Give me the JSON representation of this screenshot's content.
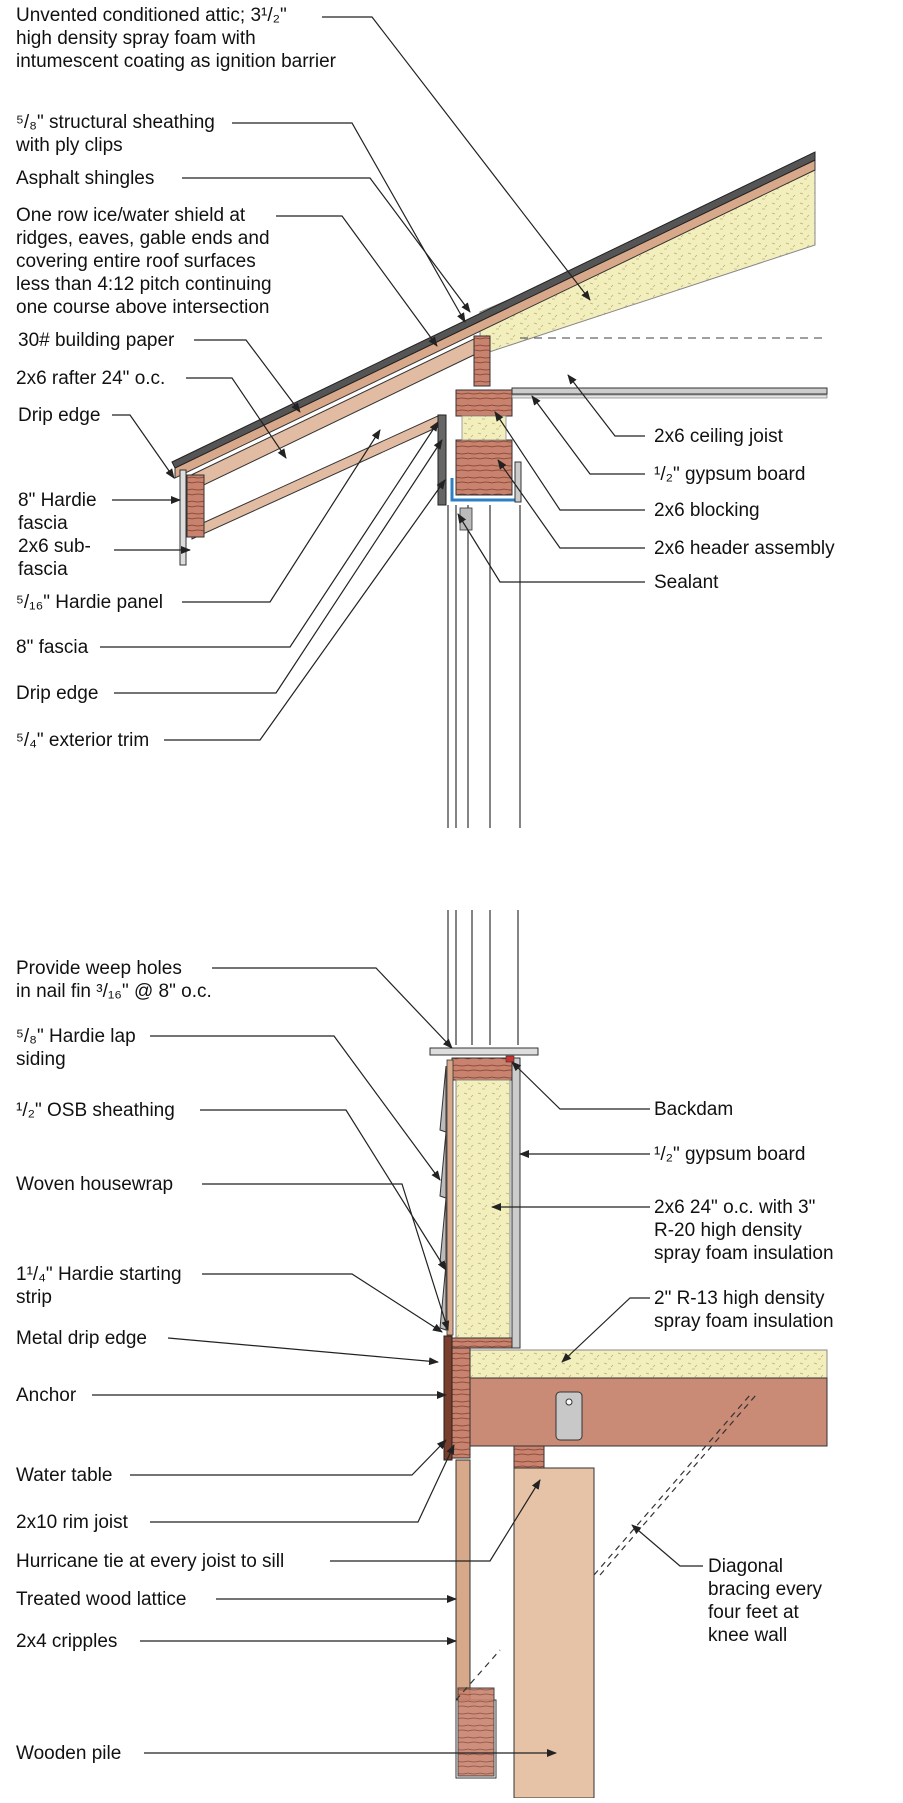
{
  "colors": {
    "wood": "#d8a88a",
    "wood_dark": "#7a3e2c",
    "rim": "#c98a76",
    "foam": "#f3efbd",
    "pile": "#e6c3a6",
    "metal": "#bfc3c6",
    "flashing": "#2d7fc6",
    "line": "#222222"
  },
  "top_labels_left": [
    {
      "text": "Unvented conditioned attic; 3¹/₂\"\nhigh density spray foam with\nintumescent coating as ignition barrier"
    },
    {
      "text": "⁵/₈\" structural sheathing\nwith ply clips"
    },
    {
      "text": "Asphalt shingles"
    },
    {
      "text": "One row ice/water shield at\nridges, eaves, gable ends and\ncovering entire roof surfaces\nless than 4:12 pitch continuing\none course above intersection"
    },
    {
      "text": "30# building paper"
    },
    {
      "text": "2x6 rafter 24\" o.c."
    },
    {
      "text": "Drip edge"
    },
    {
      "text": "8\" Hardie\nfascia"
    },
    {
      "text": "2x6 sub-\nfascia"
    },
    {
      "text": "⁵/₁₆\" Hardie panel"
    },
    {
      "text": "8\" fascia"
    },
    {
      "text": "Drip edge"
    },
    {
      "text": "⁵/₄\" exterior trim"
    }
  ],
  "top_labels_right": [
    {
      "text": "2x6 ceiling joist"
    },
    {
      "text": "¹/₂\" gypsum board"
    },
    {
      "text": "2x6 blocking"
    },
    {
      "text": "2x6 header assembly"
    },
    {
      "text": "Sealant"
    }
  ],
  "bottom_labels_left": [
    {
      "text": "Provide weep holes\nin nail fin ³/₁₆\" @ 8\" o.c."
    },
    {
      "text": "⁵/₈\" Hardie lap\nsiding"
    },
    {
      "text": "¹/₂\" OSB sheathing"
    },
    {
      "text": "Woven housewrap"
    },
    {
      "text": "1¹/₄\" Hardie starting\nstrip"
    },
    {
      "text": "Metal drip edge"
    },
    {
      "text": "Anchor"
    },
    {
      "text": "Water table"
    },
    {
      "text": "2x10 rim joist"
    },
    {
      "text": "Hurricane tie at every joist to sill"
    },
    {
      "text": "Treated wood lattice"
    },
    {
      "text": "2x4 cripples"
    },
    {
      "text": "Wooden pile"
    }
  ],
  "bottom_labels_right": [
    {
      "text": "Backdam"
    },
    {
      "text": "¹/₂\" gypsum board"
    },
    {
      "text": "2x6 24\" o.c. with 3\"\nR-20 high density\nspray foam insulation"
    },
    {
      "text": "2\" R-13 high density\nspray foam insulation"
    },
    {
      "text": "Diagonal\nbracing every\nfour feet at\nknee wall"
    }
  ]
}
